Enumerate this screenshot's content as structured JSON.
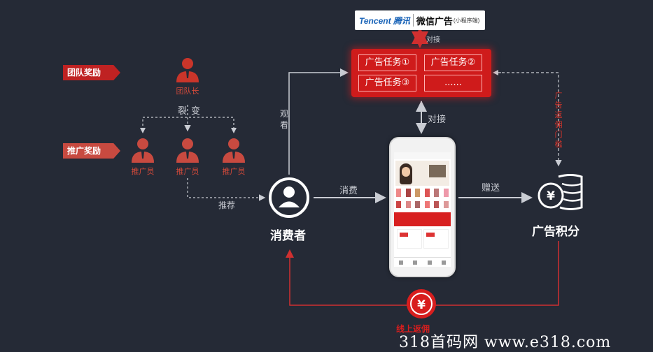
{
  "logo": {
    "brand": "Tencent 腾讯",
    "product": "微信广告",
    "sub": "(小程序端)"
  },
  "ad_tasks": {
    "items": [
      "广告任务①",
      "广告任务②",
      "广告任务③",
      "......"
    ]
  },
  "edges": {
    "top_connect": "对接",
    "mid_connect": "对接",
    "watch": "观看",
    "split": "裂变",
    "recommend": "推荐",
    "consume": "消费",
    "gift": "赠送",
    "ad_return": "广告返佣门槛"
  },
  "rewards": {
    "team": "团队奖励",
    "promo": "推广奖励"
  },
  "people": {
    "leader": "团队长",
    "promoters": [
      "推广员",
      "推广员",
      "推广员"
    ]
  },
  "nodes": {
    "consumer": "消费者",
    "points": "广告积分",
    "points_icon": "yen-coins-icon",
    "consumer_icon": "user-circle-icon",
    "bottom_icon": "yen-coin-icon",
    "bottom_label": "线上返佣"
  },
  "watermark": "318首码网  www.e318.com",
  "colors": {
    "background": "#252a36",
    "accent": "#cf1b1b",
    "muted_red": "#c84a40",
    "line": "#c9ccd3"
  }
}
